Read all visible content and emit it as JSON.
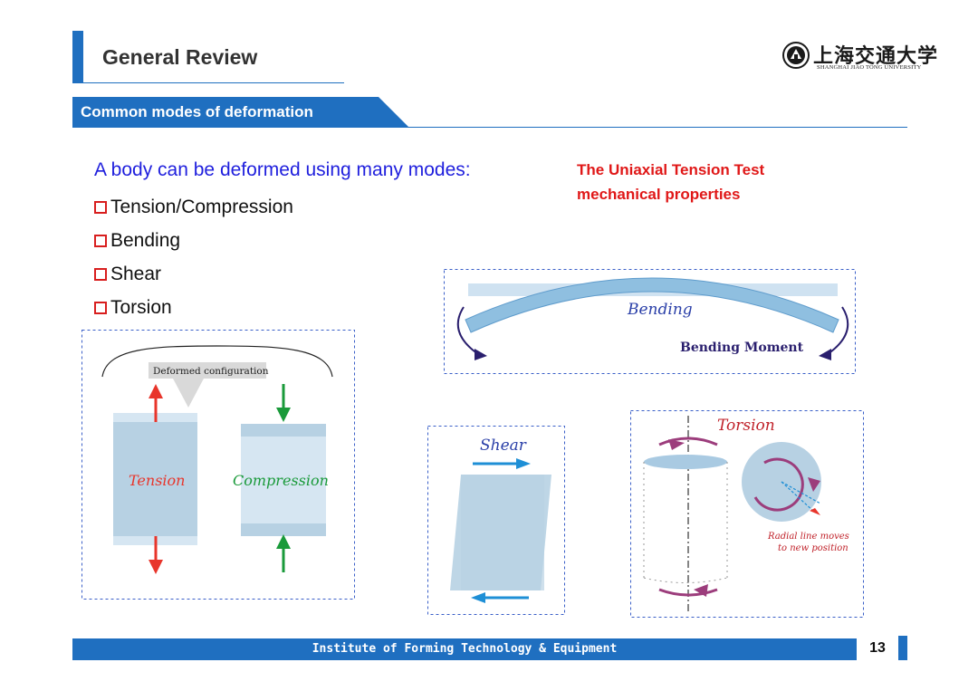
{
  "header": {
    "title": "General Review",
    "logo_cn": "上海交通大学",
    "logo_en": "SHANGHAI JIAO TONG UNIVERSITY"
  },
  "section": {
    "label": "Common modes of deformation"
  },
  "intro": "A body can be deformed using many modes:",
  "bullets": [
    "Tension/Compression",
    "Bending",
    "Shear",
    "Torsion"
  ],
  "note": {
    "line1": "The Uniaxial Tension Test",
    "line2": "mechanical properties"
  },
  "figures": {
    "tension": {
      "deformed_label": "Deformed configuration",
      "tension_label": "Tension",
      "compression_label": "Compression"
    },
    "bending": {
      "label": "Bending",
      "moment_label": "Bending Moment"
    },
    "shear": {
      "label": "Shear"
    },
    "torsion": {
      "label": "Torsion",
      "note_line1": "Radial line moves",
      "note_line2": "to new position"
    }
  },
  "colors": {
    "accent": "#1f6fc0",
    "intro_text": "#1f1fdd",
    "checkbox": "#d81e1e",
    "note_text": "#e01818",
    "tension_red": "#e8352b",
    "compression_green": "#1a9a3a",
    "material": "#b7d1e3",
    "arrow_blue": "#1e8fd6",
    "moment_dark": "#2a1f6e",
    "torsion_purple": "#9c3d7c"
  },
  "footer": {
    "text": "Institute of Forming Technology & Equipment",
    "page": "13"
  }
}
